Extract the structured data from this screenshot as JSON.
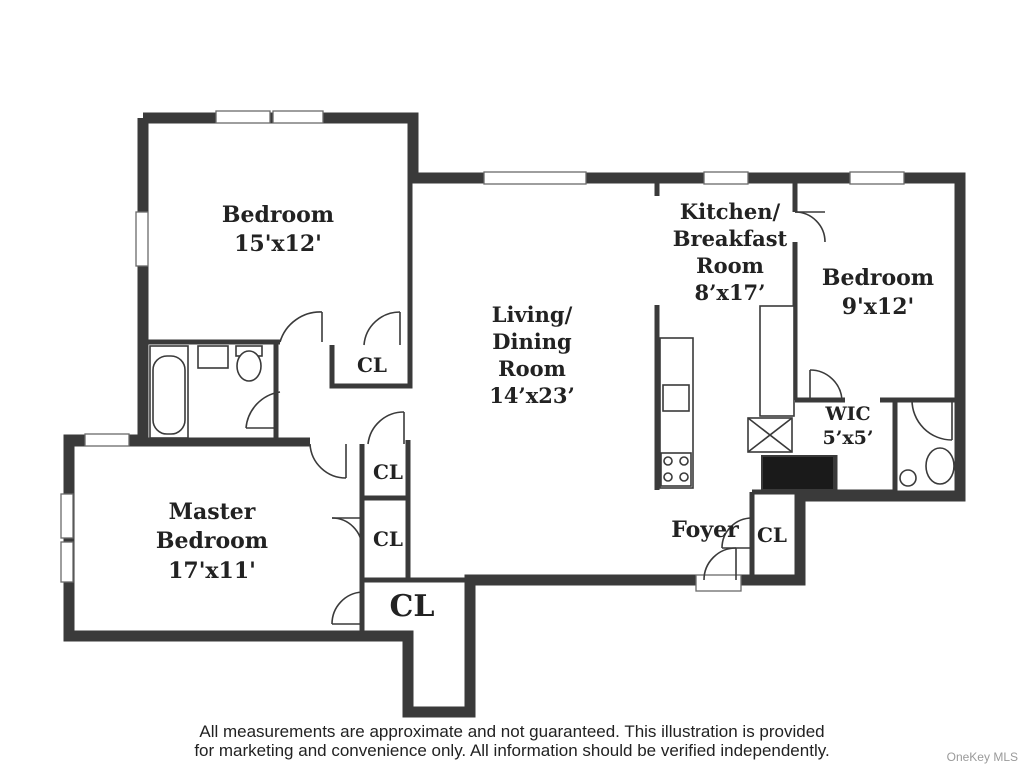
{
  "rooms": {
    "bedroom_1": {
      "name": "Bedroom",
      "size": "15'x12'"
    },
    "living_dining": {
      "line1": "Living/",
      "line2": "Dining",
      "line3": "Room",
      "size": "14’x23’"
    },
    "kitchen": {
      "line1": "Kitchen/",
      "line2": "Breakfast",
      "line3": "Room",
      "size": "8’x17’"
    },
    "bedroom_2": {
      "name": "Bedroom",
      "size": "9'x12'"
    },
    "wic": {
      "name": "WIC",
      "size": "5’x5’"
    },
    "master": {
      "line1": "Master",
      "line2": "Bedroom",
      "size": "17'x11'"
    },
    "foyer": {
      "name": "Foyer"
    },
    "closets": {
      "cl_top": "CL",
      "cl_mid1": "CL",
      "cl_mid2": "CL",
      "cl_big": "CL",
      "cl_foyer": "CL"
    }
  },
  "disclaimer": {
    "line1": "All measurements are approximate and not guaranteed. This illustration is provided",
    "line2": "for marketing and convenience only. All information should be verified independently."
  },
  "watermark": "OneKey MLS"
}
